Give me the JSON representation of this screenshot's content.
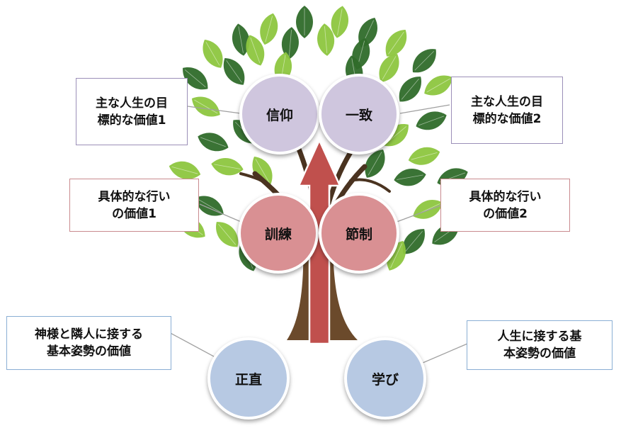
{
  "colors": {
    "purple_circle": "#cfc6de",
    "red_circle": "#d99093",
    "blue_circle": "#b7c9e3",
    "arrow": "#c0504d",
    "trunk": "#6b4a2b",
    "leaf_dark": "#2f6b2a",
    "leaf_light": "#8dc63f"
  },
  "circles": {
    "shinko": "信仰",
    "icchi": "一致",
    "kunren": "訓練",
    "sessei": "節制",
    "shoujiki": "正直",
    "manabi": "学び"
  },
  "boxes": {
    "goal1": "主な人生の目\n標的な価値1",
    "goal2": "主な人生の目\n標的な価値2",
    "action1": "具体的な行い\nの価値1",
    "action2": "具体的な行い\nの価値2",
    "basic1": "神様と隣人に接する\n基本姿勢の価値",
    "basic2": "人生に接する基\n本姿勢の価値"
  }
}
